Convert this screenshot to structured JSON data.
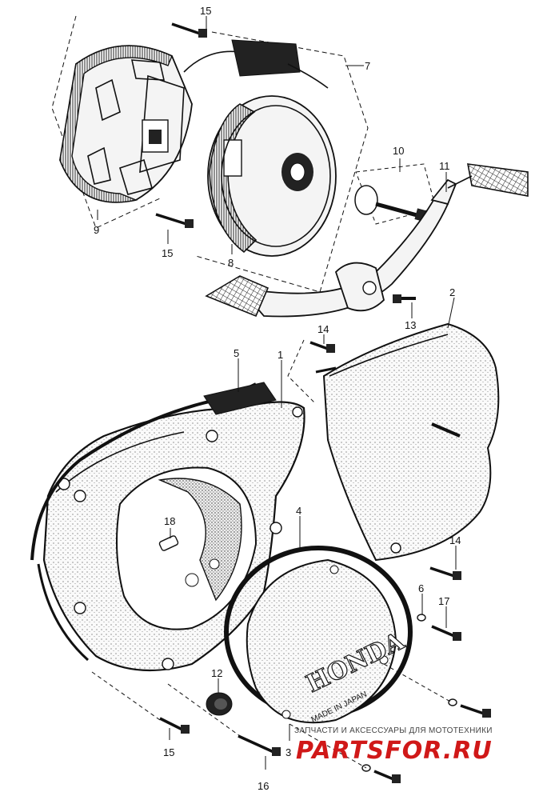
{
  "callouts": {
    "c1": "1",
    "c2": "2",
    "c3": "3",
    "c4": "4",
    "c5": "5",
    "c6": "6",
    "c7": "7",
    "c8": "8",
    "c9": "9",
    "c10": "10",
    "c11": "11",
    "c12": "12",
    "c13": "13",
    "c14a": "14",
    "c14b": "14",
    "c15a": "15",
    "c15b": "15",
    "c15c": "15",
    "c16": "16",
    "c17": "17",
    "c18": "18"
  },
  "cover_emboss": {
    "brand": "HONDA",
    "origin": "MADE IN JAPAN"
  },
  "watermark": {
    "tagline": "ЗАПЧАСТИ И АКСЕССУАРЫ ДЛЯ МОТОТЕХНИКИ",
    "site": "PARTSFOR.RU",
    "color": "#d01818"
  }
}
